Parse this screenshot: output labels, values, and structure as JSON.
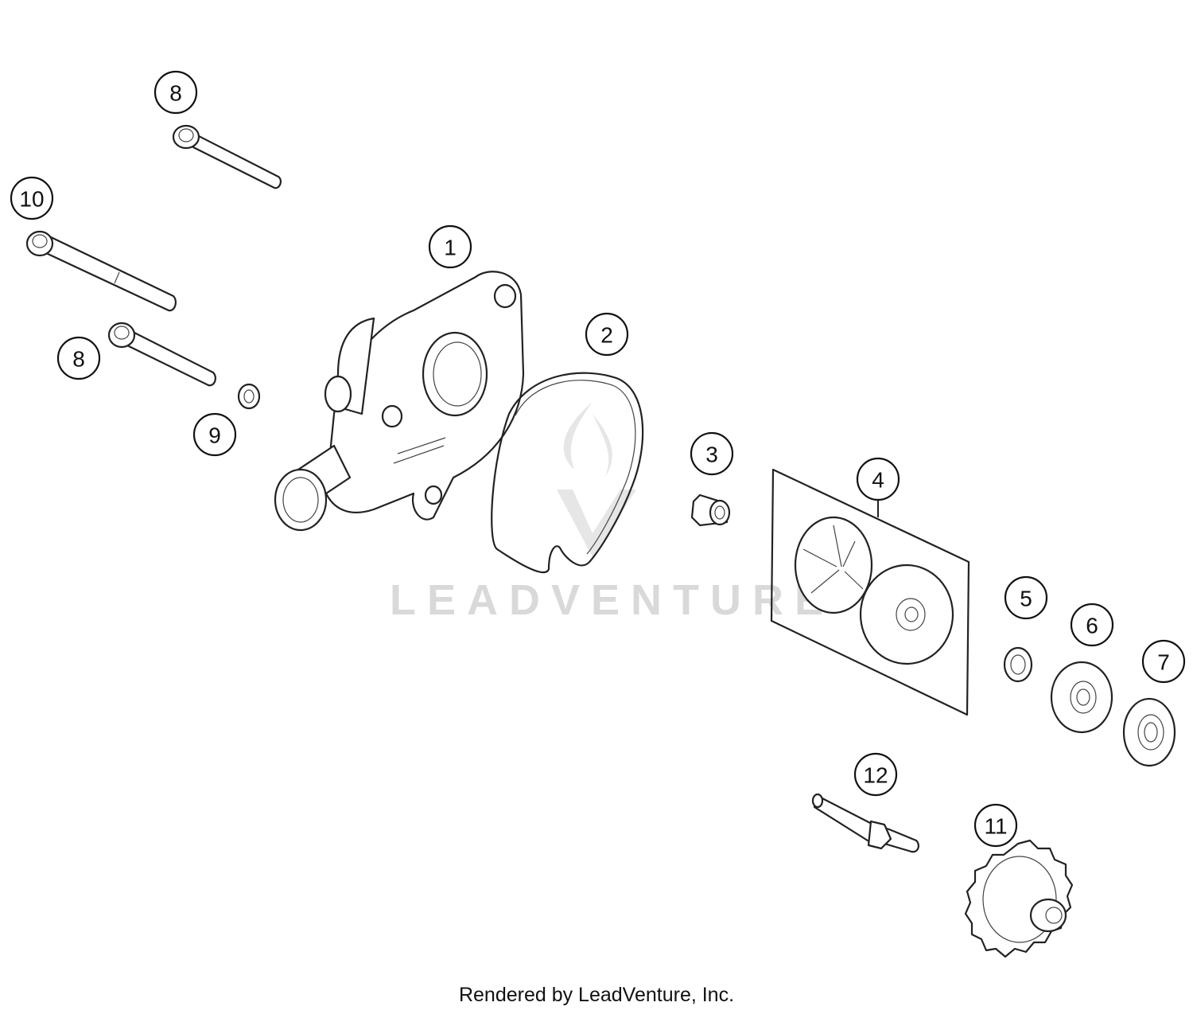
{
  "diagram": {
    "callouts": [
      {
        "id": "callout-8-top",
        "label": "8"
      },
      {
        "id": "callout-10",
        "label": "10"
      },
      {
        "id": "callout-1",
        "label": "1"
      },
      {
        "id": "callout-2",
        "label": "2"
      },
      {
        "id": "callout-8-mid",
        "label": "8"
      },
      {
        "id": "callout-9",
        "label": "9"
      },
      {
        "id": "callout-3",
        "label": "3"
      },
      {
        "id": "callout-4",
        "label": "4"
      },
      {
        "id": "callout-5",
        "label": "5"
      },
      {
        "id": "callout-6",
        "label": "6"
      },
      {
        "id": "callout-7",
        "label": "7"
      },
      {
        "id": "callout-12",
        "label": "12"
      },
      {
        "id": "callout-11",
        "label": "11"
      }
    ],
    "watermark": "LEADVENTURE"
  },
  "footer": {
    "credit": "Rendered by LeadVenture, Inc."
  }
}
